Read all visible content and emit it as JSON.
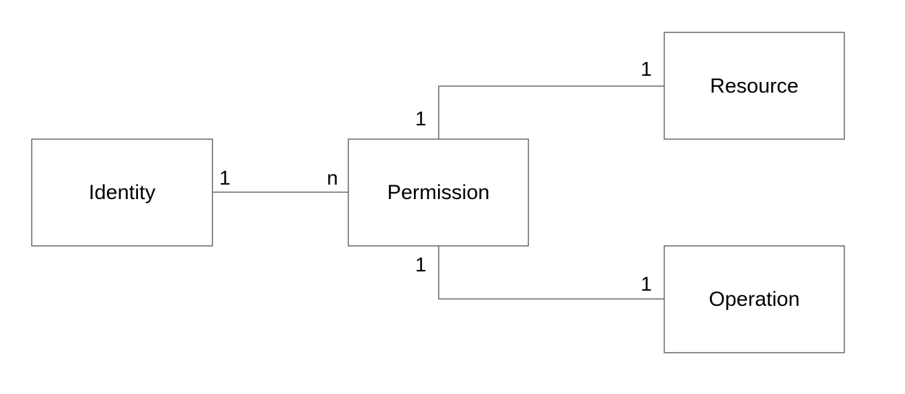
{
  "entities": {
    "identity": "Identity",
    "permission": "Permission",
    "resource": "Resource",
    "operation": "Operation"
  },
  "cardinalities": {
    "identity_side": "1",
    "permission_identity_side": "n",
    "permission_resource_side": "1",
    "resource_side": "1",
    "permission_operation_side": "1",
    "operation_side": "1"
  },
  "colors": {
    "stroke": "#666666",
    "text": "#000000",
    "background": "#ffffff"
  }
}
